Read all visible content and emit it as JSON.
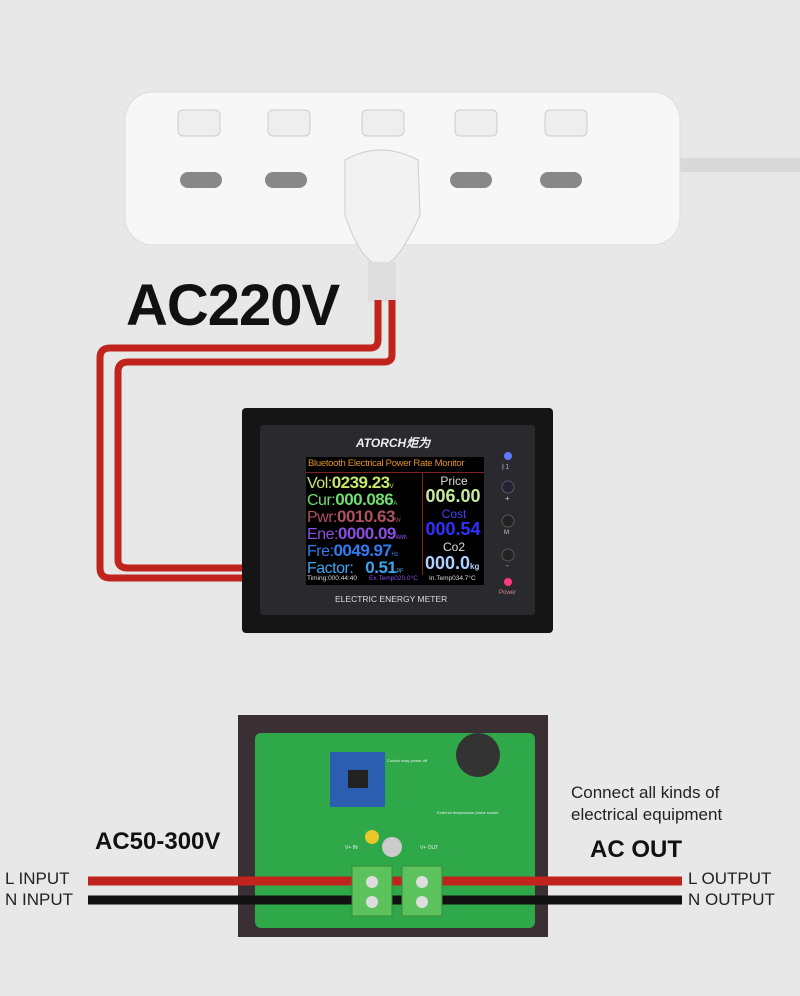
{
  "headline": "AC220V",
  "meter": {
    "brand": "ATORCH",
    "brand_cn": "炬为",
    "title": "Bluetooth Electrical Power Rate Monitor",
    "rows": [
      {
        "label": "Vol:",
        "value": "0239.23",
        "unit": "V",
        "color": "#c8e86a"
      },
      {
        "label": "Cur:",
        "value": "000.086",
        "unit": "A",
        "color": "#6fdc6f"
      },
      {
        "label": "Pwr:",
        "value": "0010.63",
        "unit": "W",
        "color": "#b05060"
      },
      {
        "label": "Ene:",
        "value": "0000.09",
        "unit": "kWh",
        "color": "#8a4fe0"
      },
      {
        "label": "Fre:",
        "value": "0049.97",
        "unit": "Hz",
        "color": "#2f7cf0"
      },
      {
        "label": "Factor:",
        "value": "0.51",
        "unit": "PF",
        "color": "#3aa6f0"
      }
    ],
    "price_label": "Price",
    "price_value": "006.00",
    "cost_label": "Cost",
    "cost_value": "000.54",
    "co2_label": "Co2",
    "co2_value": "000.0",
    "co2_unit": "kg",
    "timing": "Timing:000:44:40",
    "ex_temp": "Ex.Temp020.0°C",
    "in_temp": "In.Temp034.7°C",
    "footer": "ELECTRIC ENERGY METER",
    "buttons": [
      "+",
      "M",
      "-"
    ],
    "power_label": "Power",
    "bt_indicator_label": "ᛒ1"
  },
  "wiring": {
    "voltage_range": "AC50-300V",
    "ac_out": "AC OUT",
    "note_line1": "Connect all kinds of",
    "note_line2": "electrical equipment",
    "l_input": "L INPUT",
    "n_input": "N INPUT",
    "l_output": "L OUTPUT",
    "n_output": "N OUTPUT"
  },
  "pcb": {
    "text1": "Control relay power off",
    "text2": "External temperature probe socket",
    "v_in": "V+ IN",
    "v_out": "V+ OUT"
  },
  "colors": {
    "wire_live": "#c0241c",
    "wire_neutral": "#111111",
    "pcb": "#2fa84a",
    "terminal": "#5cc25c"
  }
}
